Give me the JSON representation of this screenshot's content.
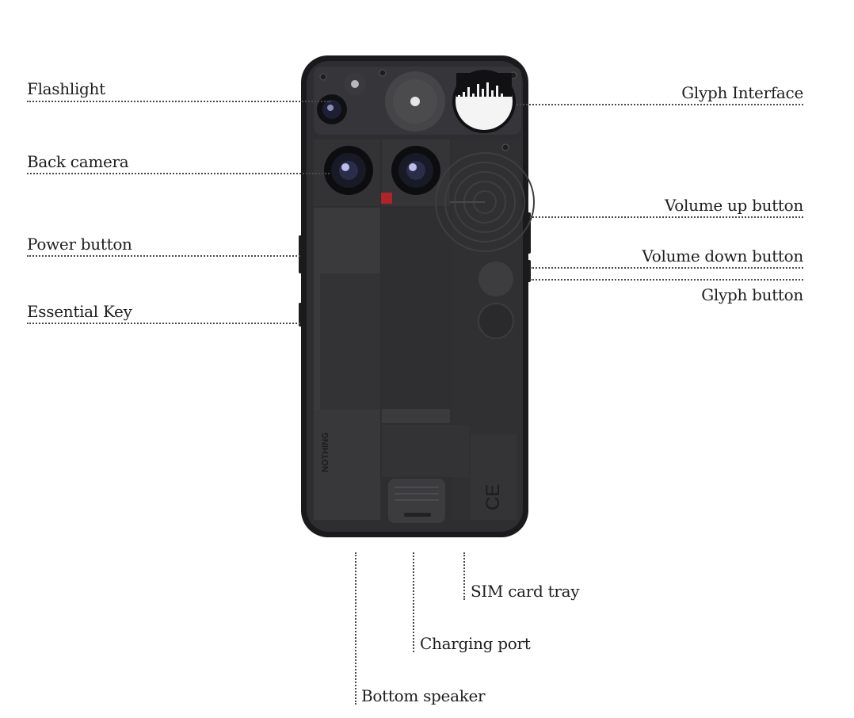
{
  "colors": {
    "phone_body": "#2c2c2f",
    "phone_frame": "#1a1a1c",
    "accent_red": "#b0232a",
    "glyph_white": "#f4f4f4",
    "leader_line": "#4a4a4a"
  },
  "labels": {
    "flashlight": "Flashlight",
    "back_camera": "Back camera",
    "power_button": "Power button",
    "essential_key": "Essential Key",
    "glyph_interface": "Glyph Interface",
    "volume_up_button": "Volume up button",
    "volume_down_button": "Volume down button",
    "glyph_button": "Glyph button",
    "sim_card_tray": "SIM card tray",
    "charging_port": "Charging port",
    "bottom_speaker": "Bottom speaker"
  },
  "phone": {
    "brand_text": "NOTHING",
    "ce_mark": "CE"
  },
  "icons": [
    "camera-lens-icon",
    "flashlight-icon",
    "glyph-matrix-icon",
    "speaker-grille-icon"
  ]
}
